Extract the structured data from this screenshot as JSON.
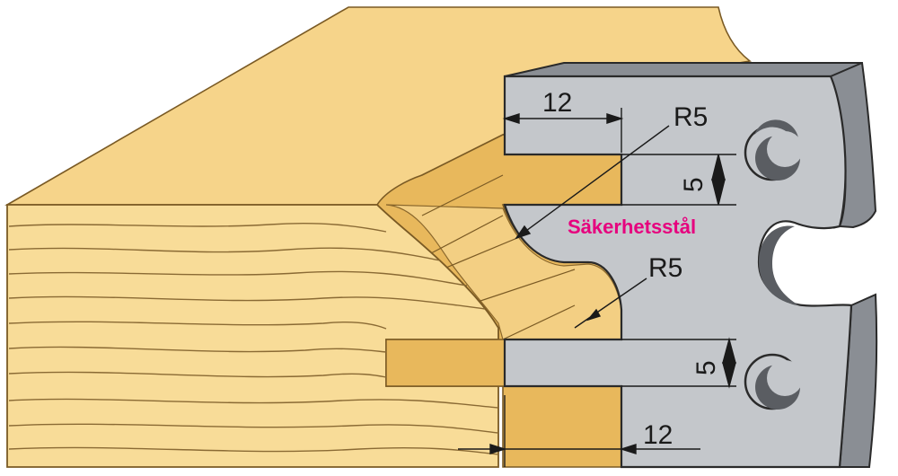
{
  "diagram": {
    "material_label": "Säkerhetsstål",
    "dimensions": {
      "top_width": "12",
      "bottom_width": "12",
      "upper_offset": "5",
      "lower_offset": "5",
      "upper_radius": "R5",
      "lower_radius": "R5"
    },
    "colors": {
      "wood_face": "#f8dc98",
      "wood_top": "#f6d48a",
      "wood_groove": "#e8b85c",
      "wood_outline": "#7a5a24",
      "grain": "#8a6a34",
      "steel_face": "#c4c7cb",
      "steel_side": "#8a8e94",
      "steel_edge": "#2a2a2a",
      "hole_dark": "#5a5d62",
      "label_accent": "#e6007e"
    }
  }
}
